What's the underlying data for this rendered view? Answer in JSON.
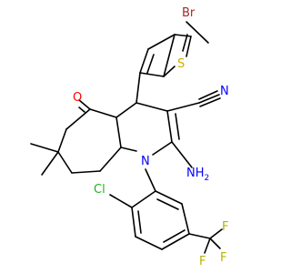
{
  "molecule": {
    "atoms": {
      "bromine": "Br",
      "sulfur": "S",
      "oxygen": "O",
      "nitrile_nitrogen": "N",
      "ring_nitrogen": "N",
      "amino": "NH",
      "amino_h_count": "2",
      "chlorine": "Cl",
      "fluorine_1": "F",
      "fluorine_2": "F",
      "fluorine_3": "F"
    },
    "colors": {
      "bond": "#000000",
      "bromine": "#A62929",
      "sulfur": "#C6B100",
      "oxygen": "#FF0000",
      "nitrogen": "#0000FF",
      "chlorine": "#1FB31F",
      "fluorine": "#B3B300"
    }
  }
}
